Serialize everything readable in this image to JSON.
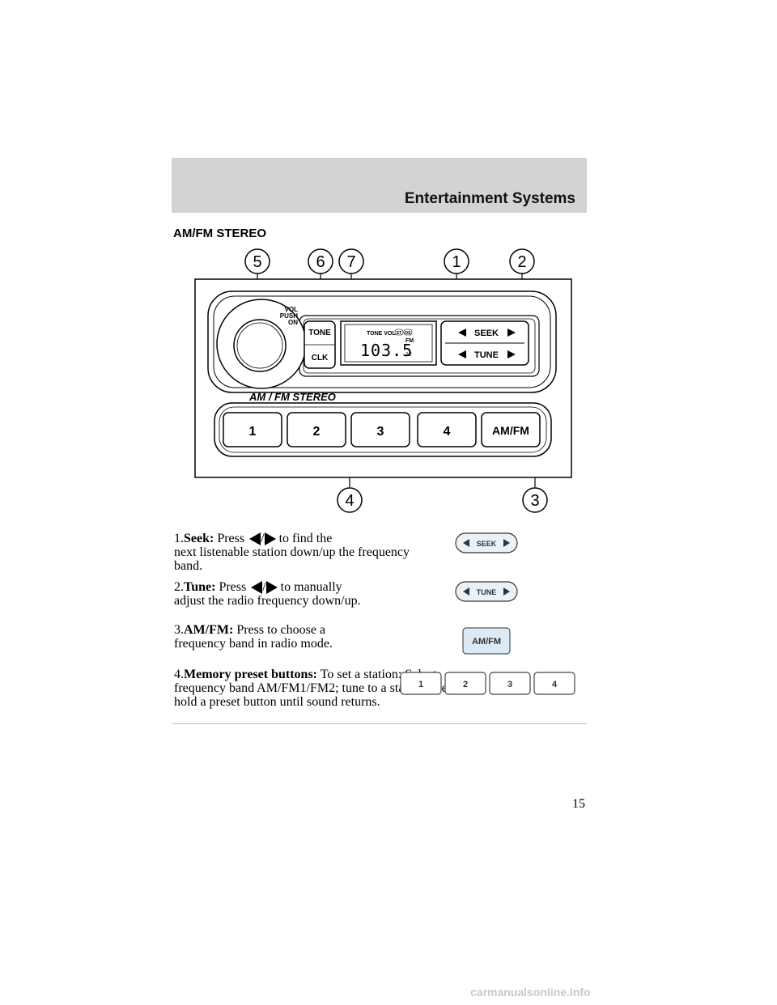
{
  "header": {
    "section_title": "Entertainment Systems"
  },
  "page_title": "AM/FM STEREO",
  "radio": {
    "callouts": [
      "5",
      "6",
      "7",
      "1",
      "2",
      "4",
      "3"
    ],
    "vol_label": [
      "VOL",
      "PUSH",
      "ON"
    ],
    "tone_label": "TONE",
    "clk_label": "CLK",
    "display_tone_vol": "TONE VOL",
    "display_badges": [
      "ST",
      "DS"
    ],
    "display_band": "FM",
    "display_freq": "103.5",
    "display_preset": "12",
    "seek_label": "SEEK",
    "tune_label": "TUNE",
    "faceplate_label": "AM / FM STEREO",
    "preset_buttons": [
      "1",
      "2",
      "3",
      "4"
    ],
    "amfm_button": "AM/FM"
  },
  "items": [
    {
      "num": "1.",
      "term": "Seek:",
      "pre": "Press",
      "post": "to find the",
      "cont": "next listenable station down/up the frequency band.",
      "icon_label": "SEEK"
    },
    {
      "num": "2.",
      "term": "Tune:",
      "pre": "Press",
      "post": "to manually",
      "cont": "adjust the radio frequency down/up.",
      "icon_label": "TUNE"
    },
    {
      "num": "3.",
      "term": "AM/FM:",
      "text": "Press to choose a frequency band in radio mode.",
      "icon_label": "AM/FM"
    },
    {
      "num": "4.",
      "term": "Memory preset buttons:",
      "text": "To set a station: Select frequency band AM/FM1/FM2; tune to a station, press and hold a preset button until sound returns.",
      "icon_labels": [
        "1",
        "2",
        "3",
        "4"
      ]
    }
  ],
  "slash": "/",
  "page_number": "15",
  "watermark": "carmanualsonline.info"
}
